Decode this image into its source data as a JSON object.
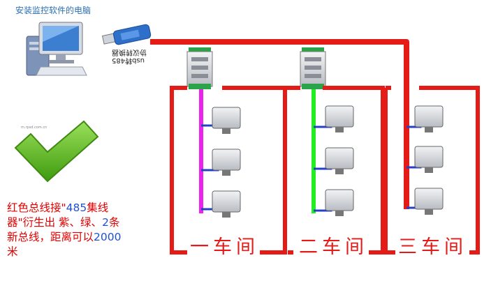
{
  "pc_title": "安装监控软件的电脑",
  "usb_converter": {
    "line1": "usb转485",
    "line2": "协议转换器"
  },
  "tiny_url": "m.rpsd.com.cn",
  "caption": {
    "part1": "红色总线接\"",
    "part2": "485",
    "part3": "集线器\"衍生出 紫、绿、",
    "part4": "2",
    "part5": "条新总线，距离可以",
    "part6": "2000",
    "part7": "米"
  },
  "rooms": [
    {
      "label": "一车间",
      "bus_color": "#ee22ee",
      "sensors": 3
    },
    {
      "label": "二车间",
      "bus_color": "#22ee22",
      "sensors": 3
    },
    {
      "label": "三车间",
      "bus_color": "#e41b17",
      "sensors": 3
    }
  ],
  "colors": {
    "main_bus": "#e41b17",
    "branch": "#2440c8",
    "check": "#5cbf1a"
  }
}
